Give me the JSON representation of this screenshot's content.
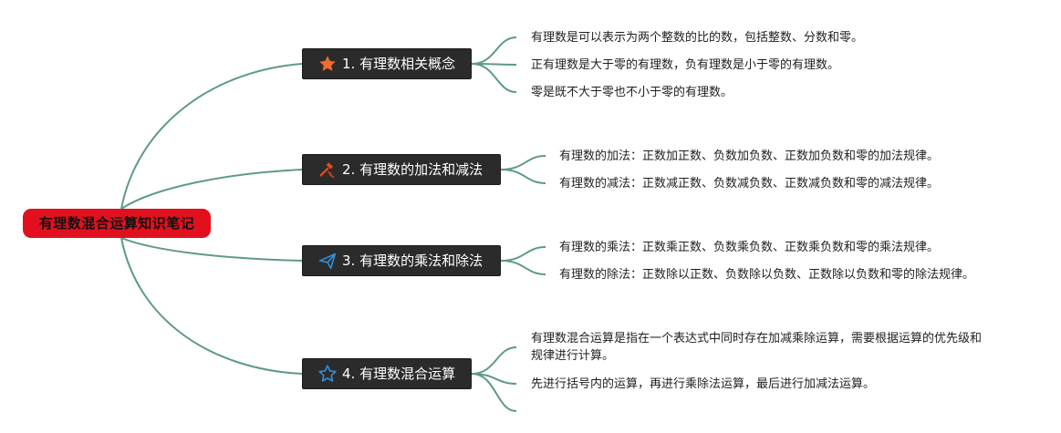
{
  "root": {
    "label": "有理数混合运算知识笔记",
    "color": "#e2101e"
  },
  "link_color": "#5e9a86",
  "branches": [
    {
      "label": "1. 有理数相关概念",
      "icon": "star-filled-icon",
      "icon_color": "#f26a2e",
      "items": [
        "有理数是可以表示为两个整数的比的数，包括整数、分数和零。",
        "正有理数是大于零的有理数，负有理数是小于零的有理数。",
        "零是既不大于零也不小于零的有理数。"
      ]
    },
    {
      "label": "2. 有理数的加法和减法",
      "icon": "hammer-icon",
      "icon_color": "#e2501e",
      "items": [
        "有理数的加法：正数加正数、负数加负数、正数加负数和零的加法规律。",
        "有理数的减法：正数减正数、负数减负数、正数减负数和零的减法规律。"
      ]
    },
    {
      "label": "3. 有理数的乘法和除法",
      "icon": "paper-plane-icon",
      "icon_color": "#2f8fd8",
      "items": [
        "有理数的乘法：正数乘正数、负数乘负数、正数乘负数和零的乘法规律。",
        "有理数的除法：正数除以正数、负数除以负数、正数除以负数和零的除法规律。"
      ]
    },
    {
      "label": "4. 有理数混合运算",
      "icon": "star-outline-icon",
      "icon_color": "#2f8fd8",
      "items": [
        "有理数混合运算是指在一个表达式中同时存在加减乘除运算，需要根据运算的优先级和规律进行计算。",
        "先进行括号内的运算，再进行乘除法运算，最后进行加减法运算。",
        ""
      ]
    }
  ]
}
